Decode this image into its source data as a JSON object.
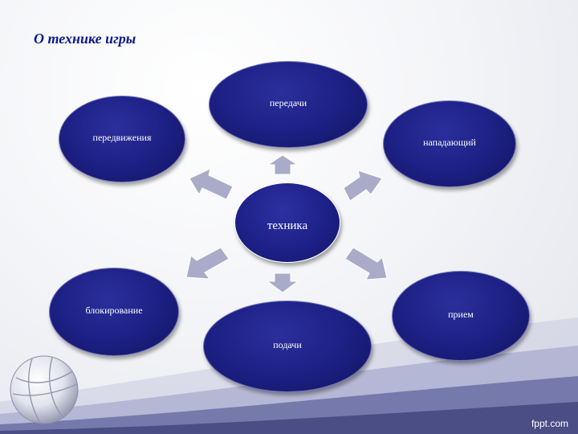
{
  "title": "О технике игры",
  "diagram": {
    "center": "техника",
    "nodes": {
      "top": "передачи",
      "top_left": "передвижения",
      "top_right": "нападающий",
      "bottom_left": "блокирование",
      "bottom": "подачи",
      "bottom_right": "прием"
    }
  },
  "watermark": "fppt.com",
  "colors": {
    "node_fill": "#1c1f82",
    "arrow_fill": "#a9acc8",
    "title_color": "#0b1a8a",
    "wave_color": "#6b6fa3"
  }
}
